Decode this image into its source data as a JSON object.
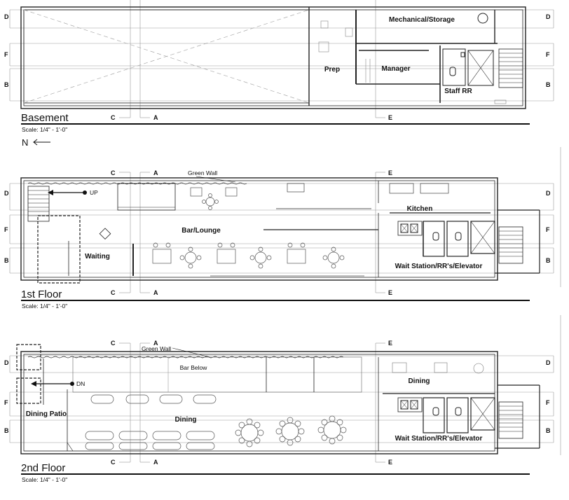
{
  "north_label": "N",
  "gridlines": {
    "D": "D",
    "F": "F",
    "B": "B",
    "C": "C",
    "A": "A",
    "E": "E"
  },
  "basement": {
    "title": "Basement",
    "scale": "Scale: 1/4\" - 1'-0\"",
    "rooms": {
      "mechanical": "Mechanical/Storage",
      "prep": "Prep",
      "manager": "Manager",
      "staff_rr": "Staff RR"
    }
  },
  "first_floor": {
    "title": "1st Floor",
    "scale": "Scale: 1/4\" - 1'-0\"",
    "rooms": {
      "green_wall": "Green Wall",
      "up": "UP",
      "kitchen": "Kitchen",
      "bar_lounge": "Bar/Lounge",
      "waiting": "Waiting",
      "wait_station": "Wait Station/RR's/Elevator"
    }
  },
  "second_floor": {
    "title": "2nd Floor",
    "scale": "Scale: 1/4\" - 1'-0\"",
    "rooms": {
      "green_wall": "Green Wall",
      "bar_below": "Bar Below",
      "dn": "DN",
      "dining_east": "Dining",
      "dining_patio": "Dining Patio",
      "dining_main": "Dining",
      "wait_station": "Wait Station/RR's/Elevator"
    }
  }
}
